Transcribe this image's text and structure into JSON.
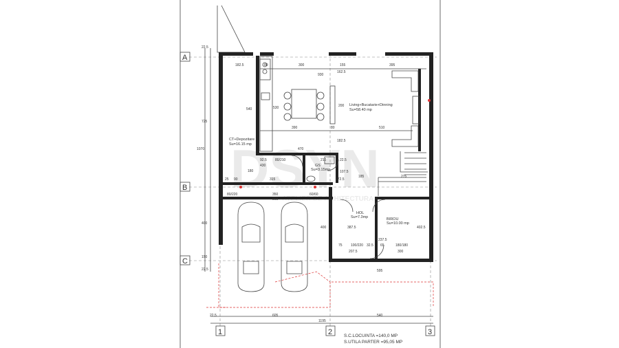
{
  "grid_rows": [
    "A",
    "B",
    "C"
  ],
  "grid_cols": [
    "1",
    "2",
    "3"
  ],
  "rooms": {
    "living": {
      "name": "Living+Bucatarie+Dinning",
      "area": "Su=58.40 mp"
    },
    "ct": {
      "name": "CT+Depozitare",
      "area": "Su=16.15 mp"
    },
    "gs": {
      "name": "GS",
      "area": "Su=3.15mp"
    },
    "hol": {
      "name": "HOL",
      "area": "Su=7.3mp"
    },
    "birou": {
      "name": "BIROU",
      "area": "Su=10.00 mp"
    }
  },
  "dims": {
    "d1825": "182.5",
    "d80": "80",
    "d300": "300",
    "d155": "155",
    "d395": "395",
    "d930": "930",
    "d1625": "162.5",
    "d540": "540",
    "d530": "530",
    "d200": "200",
    "d390": "390",
    "d80b": "80",
    "d510": "510",
    "d1825b": "182.5",
    "d470": "470",
    "d925": "92.5",
    "d80_210": "80/210",
    "d430": "430",
    "d210": "210",
    "d225": "22.5",
    "d1075": "107.5",
    "d1725": "172.5",
    "d185": "185",
    "d275": "275",
    "d725": "725",
    "d1070": "1070",
    "d400": "400",
    "d150": "150",
    "d180": "180",
    "d25": "25",
    "d90": "90",
    "d315": "315",
    "d80_220": "80/220",
    "d350": "350",
    "d560": "560",
    "d60_60": "60/60",
    "d400b": "400",
    "d75": "75",
    "d100_220": "100/220",
    "d325": "32.5",
    "d2075": "207.5",
    "d65": "65",
    "d180_180": "180/180",
    "d300b": "300",
    "d3875": "387.5",
    "d2375": "237.5",
    "d4025": "402.5",
    "d595": "595",
    "b225": "22.5",
    "b605": "605",
    "b540": "540",
    "b1195": "1195",
    "l225a": "22.5",
    "l225b": "22.5"
  },
  "summary": {
    "locuinta": "S.C.LOCUINTA  =140,0 MP",
    "utila": "S.UTILA PARTER  =95,05 MP"
  },
  "watermark": {
    "main": "DSYN",
    "sub": "ATELIER DE ARHITECTURA"
  },
  "colors": {
    "wall": "#222222",
    "line": "#444444",
    "grid": "#888888",
    "red": "#dd3333"
  }
}
